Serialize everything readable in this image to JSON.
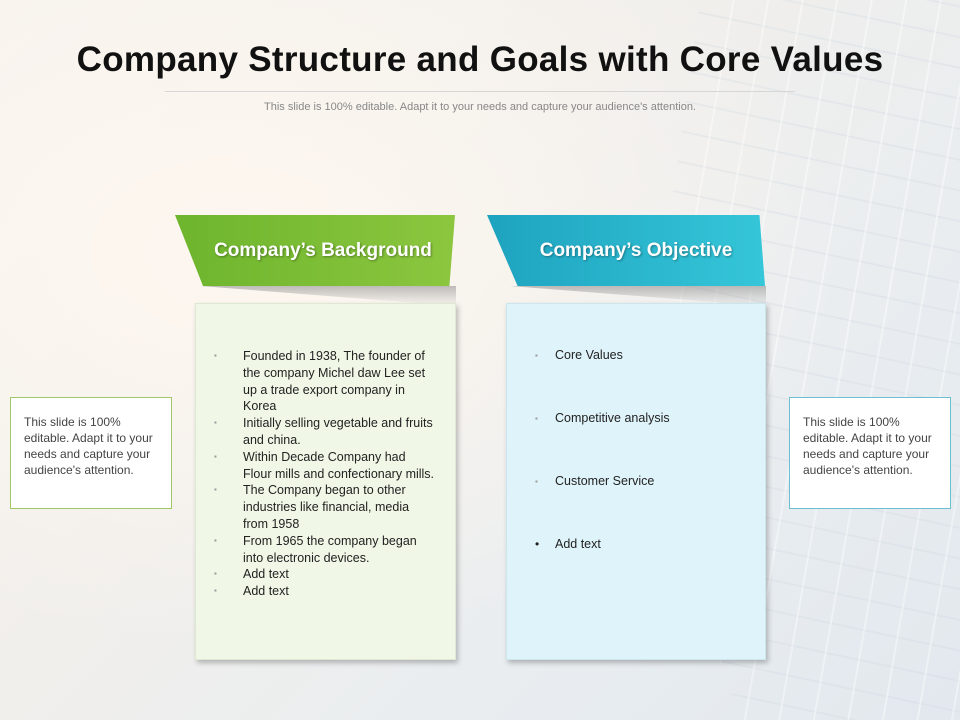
{
  "title": "Company Structure and Goals with Core Values",
  "subtitle": "This slide is 100% editable. Adapt it to your needs and capture your audience's attention.",
  "background_card": {
    "heading": "Company’s Background",
    "items": [
      "Founded in 1938, The founder of the company Michel daw Lee set up a trade export company in Korea",
      "Initially selling vegetable and fruits and china.",
      "Within Decade Company had Flour mills and confectionary mills.",
      "The Company began to  other industries like financial, media from 1958",
      "From 1965 the company began into electronic devices.",
      "Add text",
      "Add text"
    ],
    "bullet": "▪"
  },
  "objective_card": {
    "heading": "Company’s Objective",
    "items": [
      "Core Values",
      "Competitive analysis",
      "Customer Service",
      "Add text"
    ],
    "bullet": "▪",
    "last_bullet": "•"
  },
  "side_left": "This slide is 100% editable. Adapt it to your needs and capture your audience's attention.",
  "side_right": "This slide is 100% editable. Adapt it to your needs and capture your audience's attention.",
  "colors": {
    "green_accent": "#8cc63f",
    "blue_accent": "#35c6d9",
    "green_card": "#f0f7e6",
    "blue_card": "#dff4fa"
  }
}
